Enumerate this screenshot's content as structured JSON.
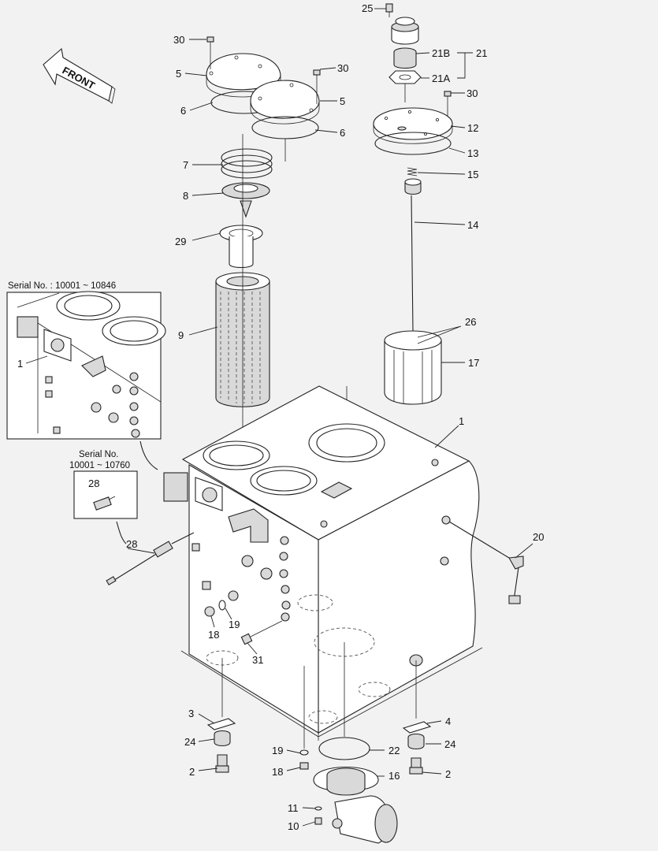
{
  "front_label": "FRONT",
  "inset_top": {
    "title": "Serial No. : 10001 ~ 10846",
    "callout": "1"
  },
  "inset_small": {
    "title_line1": "Serial No.",
    "title_line2": "10001 ~ 10760",
    "callout": "28"
  },
  "callouts": {
    "c25": "25",
    "c21B": "21B",
    "c21": "21",
    "c21A": "21A",
    "c30a": "30",
    "c30b": "30",
    "c30c": "30",
    "c5a": "5",
    "c5b": "5",
    "c6a": "6",
    "c6b": "6",
    "c12": "12",
    "c13": "13",
    "c7": "7",
    "c15": "15",
    "c8": "8",
    "c14": "14",
    "c29": "29",
    "c26": "26",
    "c9": "9",
    "c17": "17",
    "c1": "1",
    "c20": "20",
    "c28": "28",
    "c18a": "18",
    "c19a": "19",
    "c31": "31",
    "c3": "3",
    "c4": "4",
    "c24a": "24",
    "c24b": "24",
    "c2a": "2",
    "c2b": "2",
    "c19b": "19",
    "c22": "22",
    "c18b": "18",
    "c16": "16",
    "c11": "11",
    "c10": "10"
  }
}
